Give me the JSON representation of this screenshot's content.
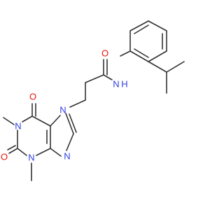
{
  "molecule": {
    "atoms": {
      "o_amide": {
        "label": "O",
        "color": "#e8130a"
      },
      "n_amide": {
        "label": "N",
        "color": "#2f3fe0"
      },
      "h_amide": {
        "label": "H",
        "color": "#2f3fe0"
      },
      "n7": {
        "label": "N",
        "color": "#2f3fe0"
      },
      "o6": {
        "label": "O",
        "color": "#e8130a"
      },
      "n1": {
        "label": "N",
        "color": "#2f3fe0"
      },
      "o2": {
        "label": "O",
        "color": "#e8130a"
      },
      "n3": {
        "label": "N",
        "color": "#2f3fe0"
      },
      "n9": {
        "label": "N",
        "color": "#2f3fe0"
      }
    },
    "colors": {
      "bond": "#333333",
      "oxygen": "#e8130a",
      "nitrogen": "#2f3fe0"
    }
  }
}
